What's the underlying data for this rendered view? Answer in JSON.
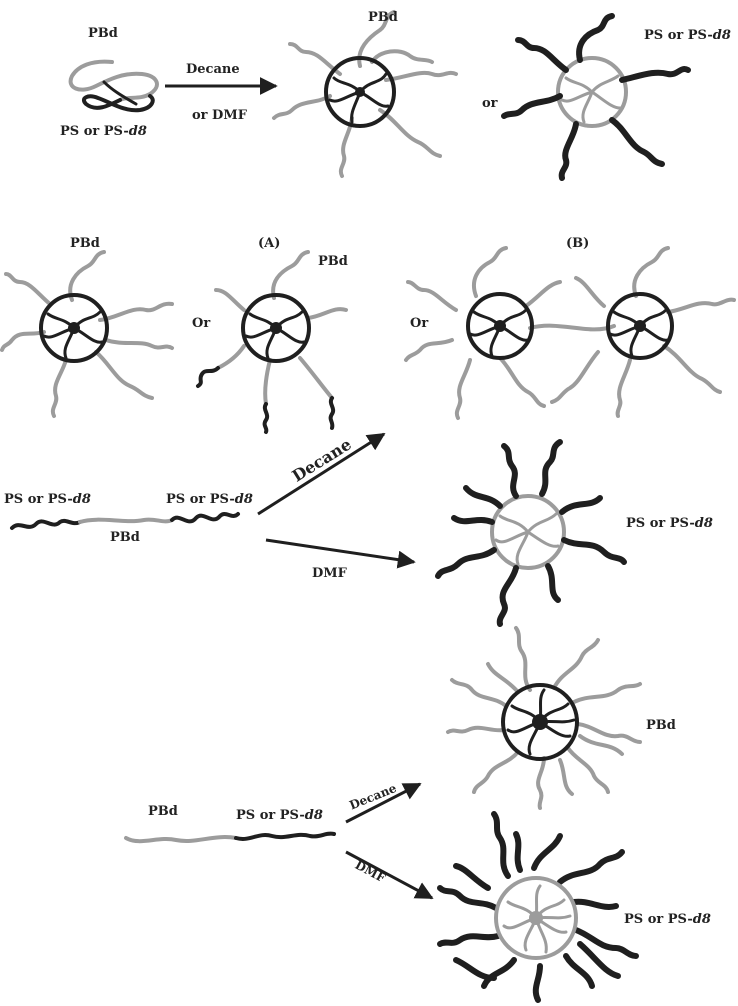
{
  "colors": {
    "dark": "#1f1f1f",
    "gray": "#9c9c9c",
    "background": "#ffffff"
  },
  "labels": {
    "pbd": "PBd",
    "ps_prefix": "PS or PS-",
    "ps_suffix": "d8",
    "decane": "Decane",
    "dmf": "DMF",
    "or_dmf": "or DMF",
    "or_lower": "or",
    "or_cap": "Or",
    "label_a": "(A)",
    "label_b": "(B)"
  }
}
